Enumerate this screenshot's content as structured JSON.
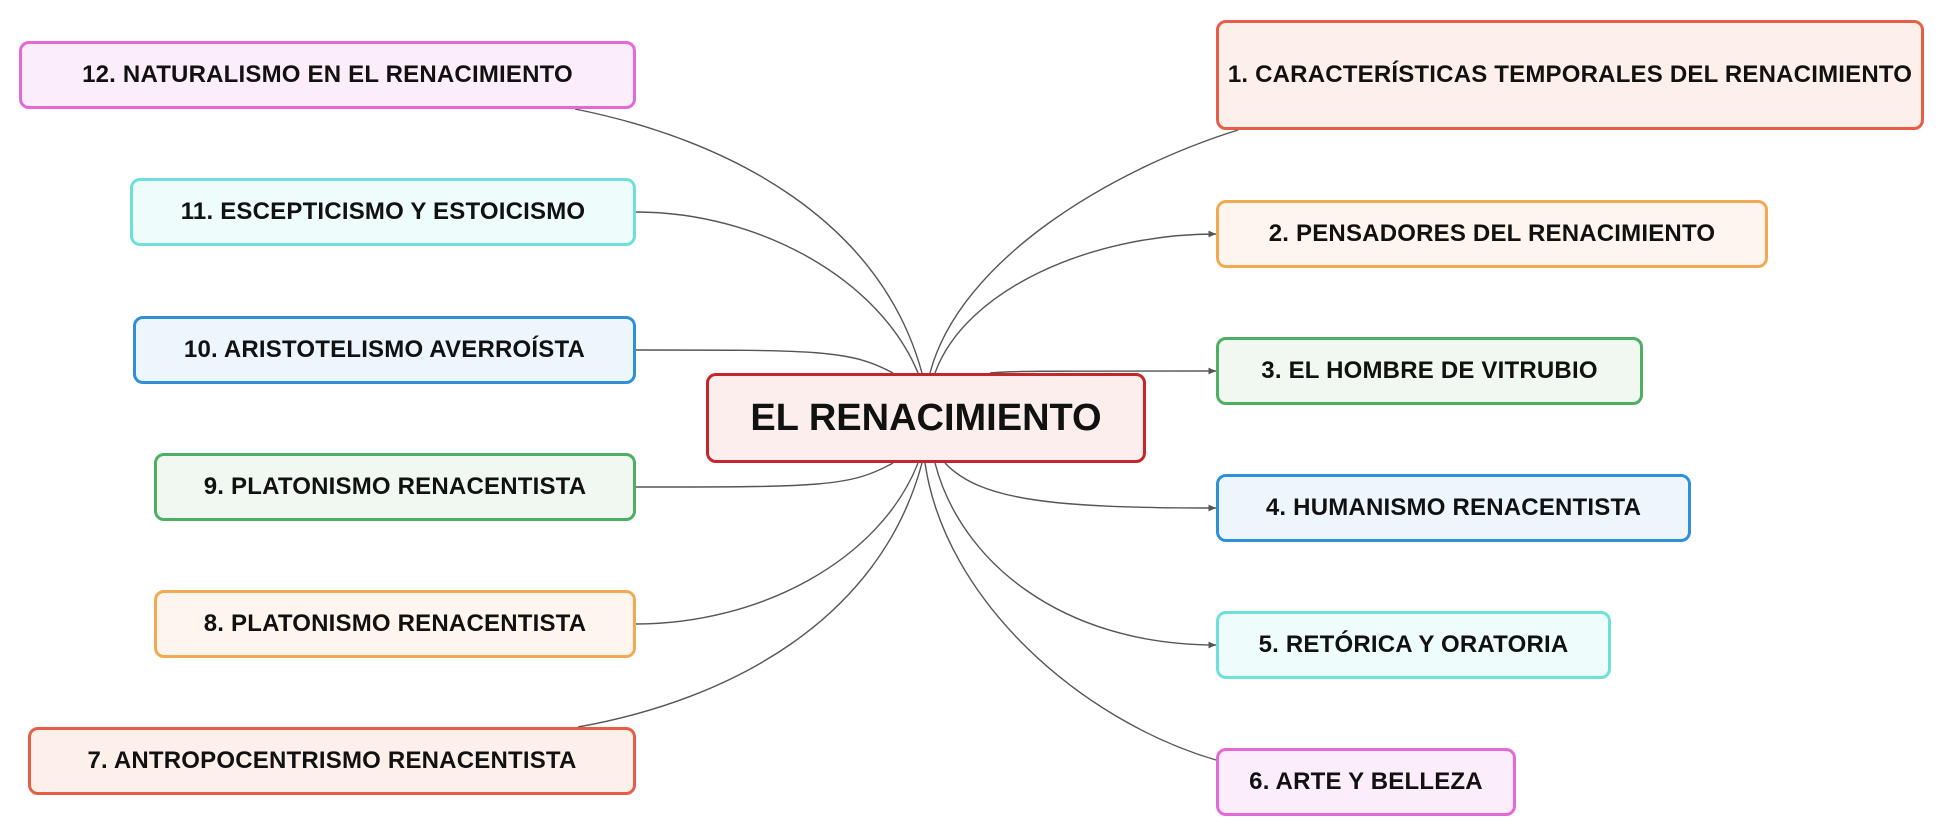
{
  "central": {
    "label": "EL RENACIMIENTO"
  },
  "colors": {
    "central": {
      "border": "#c4262b",
      "fill": "#fdeeee"
    },
    "red": {
      "border": "#e55f48",
      "fill": "#fdf0ea"
    },
    "orange": {
      "border": "#f2aa52",
      "fill": "#fef6ee"
    },
    "green": {
      "border": "#4caf62",
      "fill": "#f0f8f1"
    },
    "blue": {
      "border": "#2f8fd8",
      "fill": "#eef6fd"
    },
    "teal": {
      "border": "#6fe0d8",
      "fill": "#eefcfb"
    },
    "pink": {
      "border": "#e468d6",
      "fill": "#fcedfb"
    },
    "line": "#555555"
  },
  "topics": [
    {
      "id": "1",
      "label": "1. CARACTERÍSTICAS TEMPORALES DEL RENACIMIENTO",
      "color": "red"
    },
    {
      "id": "2",
      "label": "2. PENSADORES DEL RENACIMIENTO",
      "color": "orange"
    },
    {
      "id": "3",
      "label": "3. EL HOMBRE DE VITRUBIO",
      "color": "green"
    },
    {
      "id": "4",
      "label": "4. HUMANISMO RENACENTISTA",
      "color": "blue"
    },
    {
      "id": "5",
      "label": "5. RETÓRICA Y ORATORIA",
      "color": "teal"
    },
    {
      "id": "6",
      "label": "6. ARTE Y BELLEZA",
      "color": "pink"
    },
    {
      "id": "7",
      "label": "7. ANTROPOCENTRISMO RENACENTISTA",
      "color": "red"
    },
    {
      "id": "8",
      "label": "8. PLATONISMO RENACENTISTA",
      "color": "orange"
    },
    {
      "id": "9",
      "label": "9. PLATONISMO RENACENTISTA",
      "color": "green"
    },
    {
      "id": "10",
      "label": "10. ARISTOTELISMO AVERROÍSTA",
      "color": "blue"
    },
    {
      "id": "11",
      "label": "11. ESCEPTICISMO Y ESTOICISMO",
      "color": "teal"
    },
    {
      "id": "12",
      "label": "12. NATURALISMO EN EL RENACIMIENTO",
      "color": "pink"
    }
  ]
}
